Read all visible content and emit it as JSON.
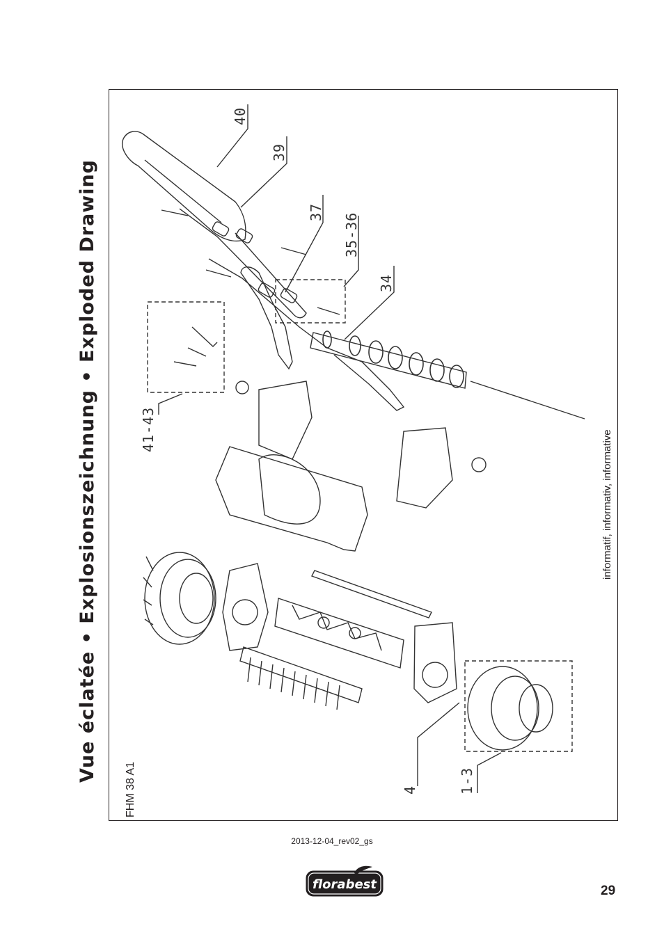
{
  "page": {
    "title": "Vue éclatée • Explosionszeichnung • Exploded Drawing",
    "model": "FHM 38 A1",
    "note": "informatif, informativ, informative",
    "revision": "2013-12-04_rev02_gs",
    "brand": "florabest",
    "page_number": "29"
  },
  "part_labels": [
    "40",
    "39",
    "37",
    "35-36",
    "34",
    "41-43",
    "4",
    "1-3"
  ],
  "colors": {
    "text": "#231f20",
    "line": "#333333",
    "logo_bg": "#231f20"
  }
}
